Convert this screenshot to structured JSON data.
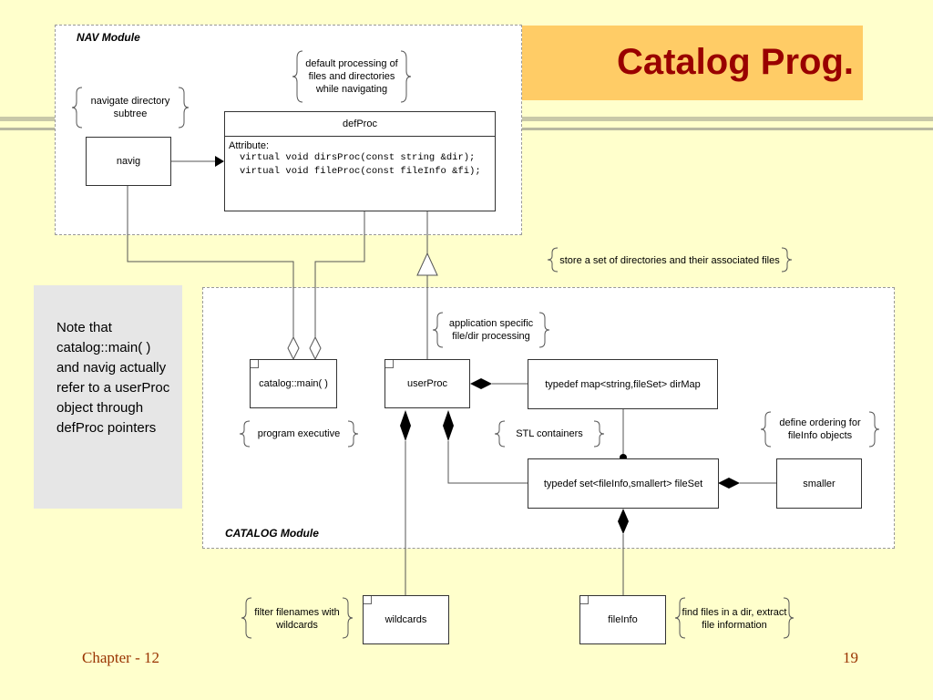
{
  "slide": {
    "title": "Catalog Prog.",
    "footer_left": "Chapter - 12",
    "footer_right": "19"
  },
  "packages": {
    "nav_label": "NAV Module",
    "catalog_label": "CATALOG Module"
  },
  "classes": {
    "defProc": {
      "name": "defProc",
      "attribute_header": "Attribute:",
      "members": [
        "virtual void dirsProc(const string &dir);",
        "virtual void fileProc(const fileInfo &fi);"
      ]
    },
    "navig": "navig",
    "catalog_main": "catalog::main( )",
    "userProc": "userProc",
    "dirMap": "typedef map<string,fileSet> dirMap",
    "fileSet": "typedef set<fileInfo,smallert> fileSet",
    "smaller": "smaller",
    "wildcards": "wildcards",
    "fileInfo": "fileInfo"
  },
  "notes": {
    "default_processing": "default processing of files and directories while navigating",
    "navigate_subtree": "navigate directory subtree",
    "store_set": "store a set of directories and their associated files",
    "app_specific": "application specific file/dir processing",
    "program_exec": "program executive",
    "stl_containers": "STL containers",
    "define_ordering": "define ordering for fileInfo objects",
    "filter_filenames": "filter filenames with wildcards",
    "find_files": "find files in a dir, extract file information"
  },
  "side_note": "Note that catalog::main( ) and navig actually refer to a userProc object through defProc pointers",
  "colors": {
    "background": "#ffffcc",
    "title_bar": "#ffcc66",
    "title_text": "#990000",
    "footer_text": "#993300",
    "side_note_bg": "#e6e6e6"
  }
}
